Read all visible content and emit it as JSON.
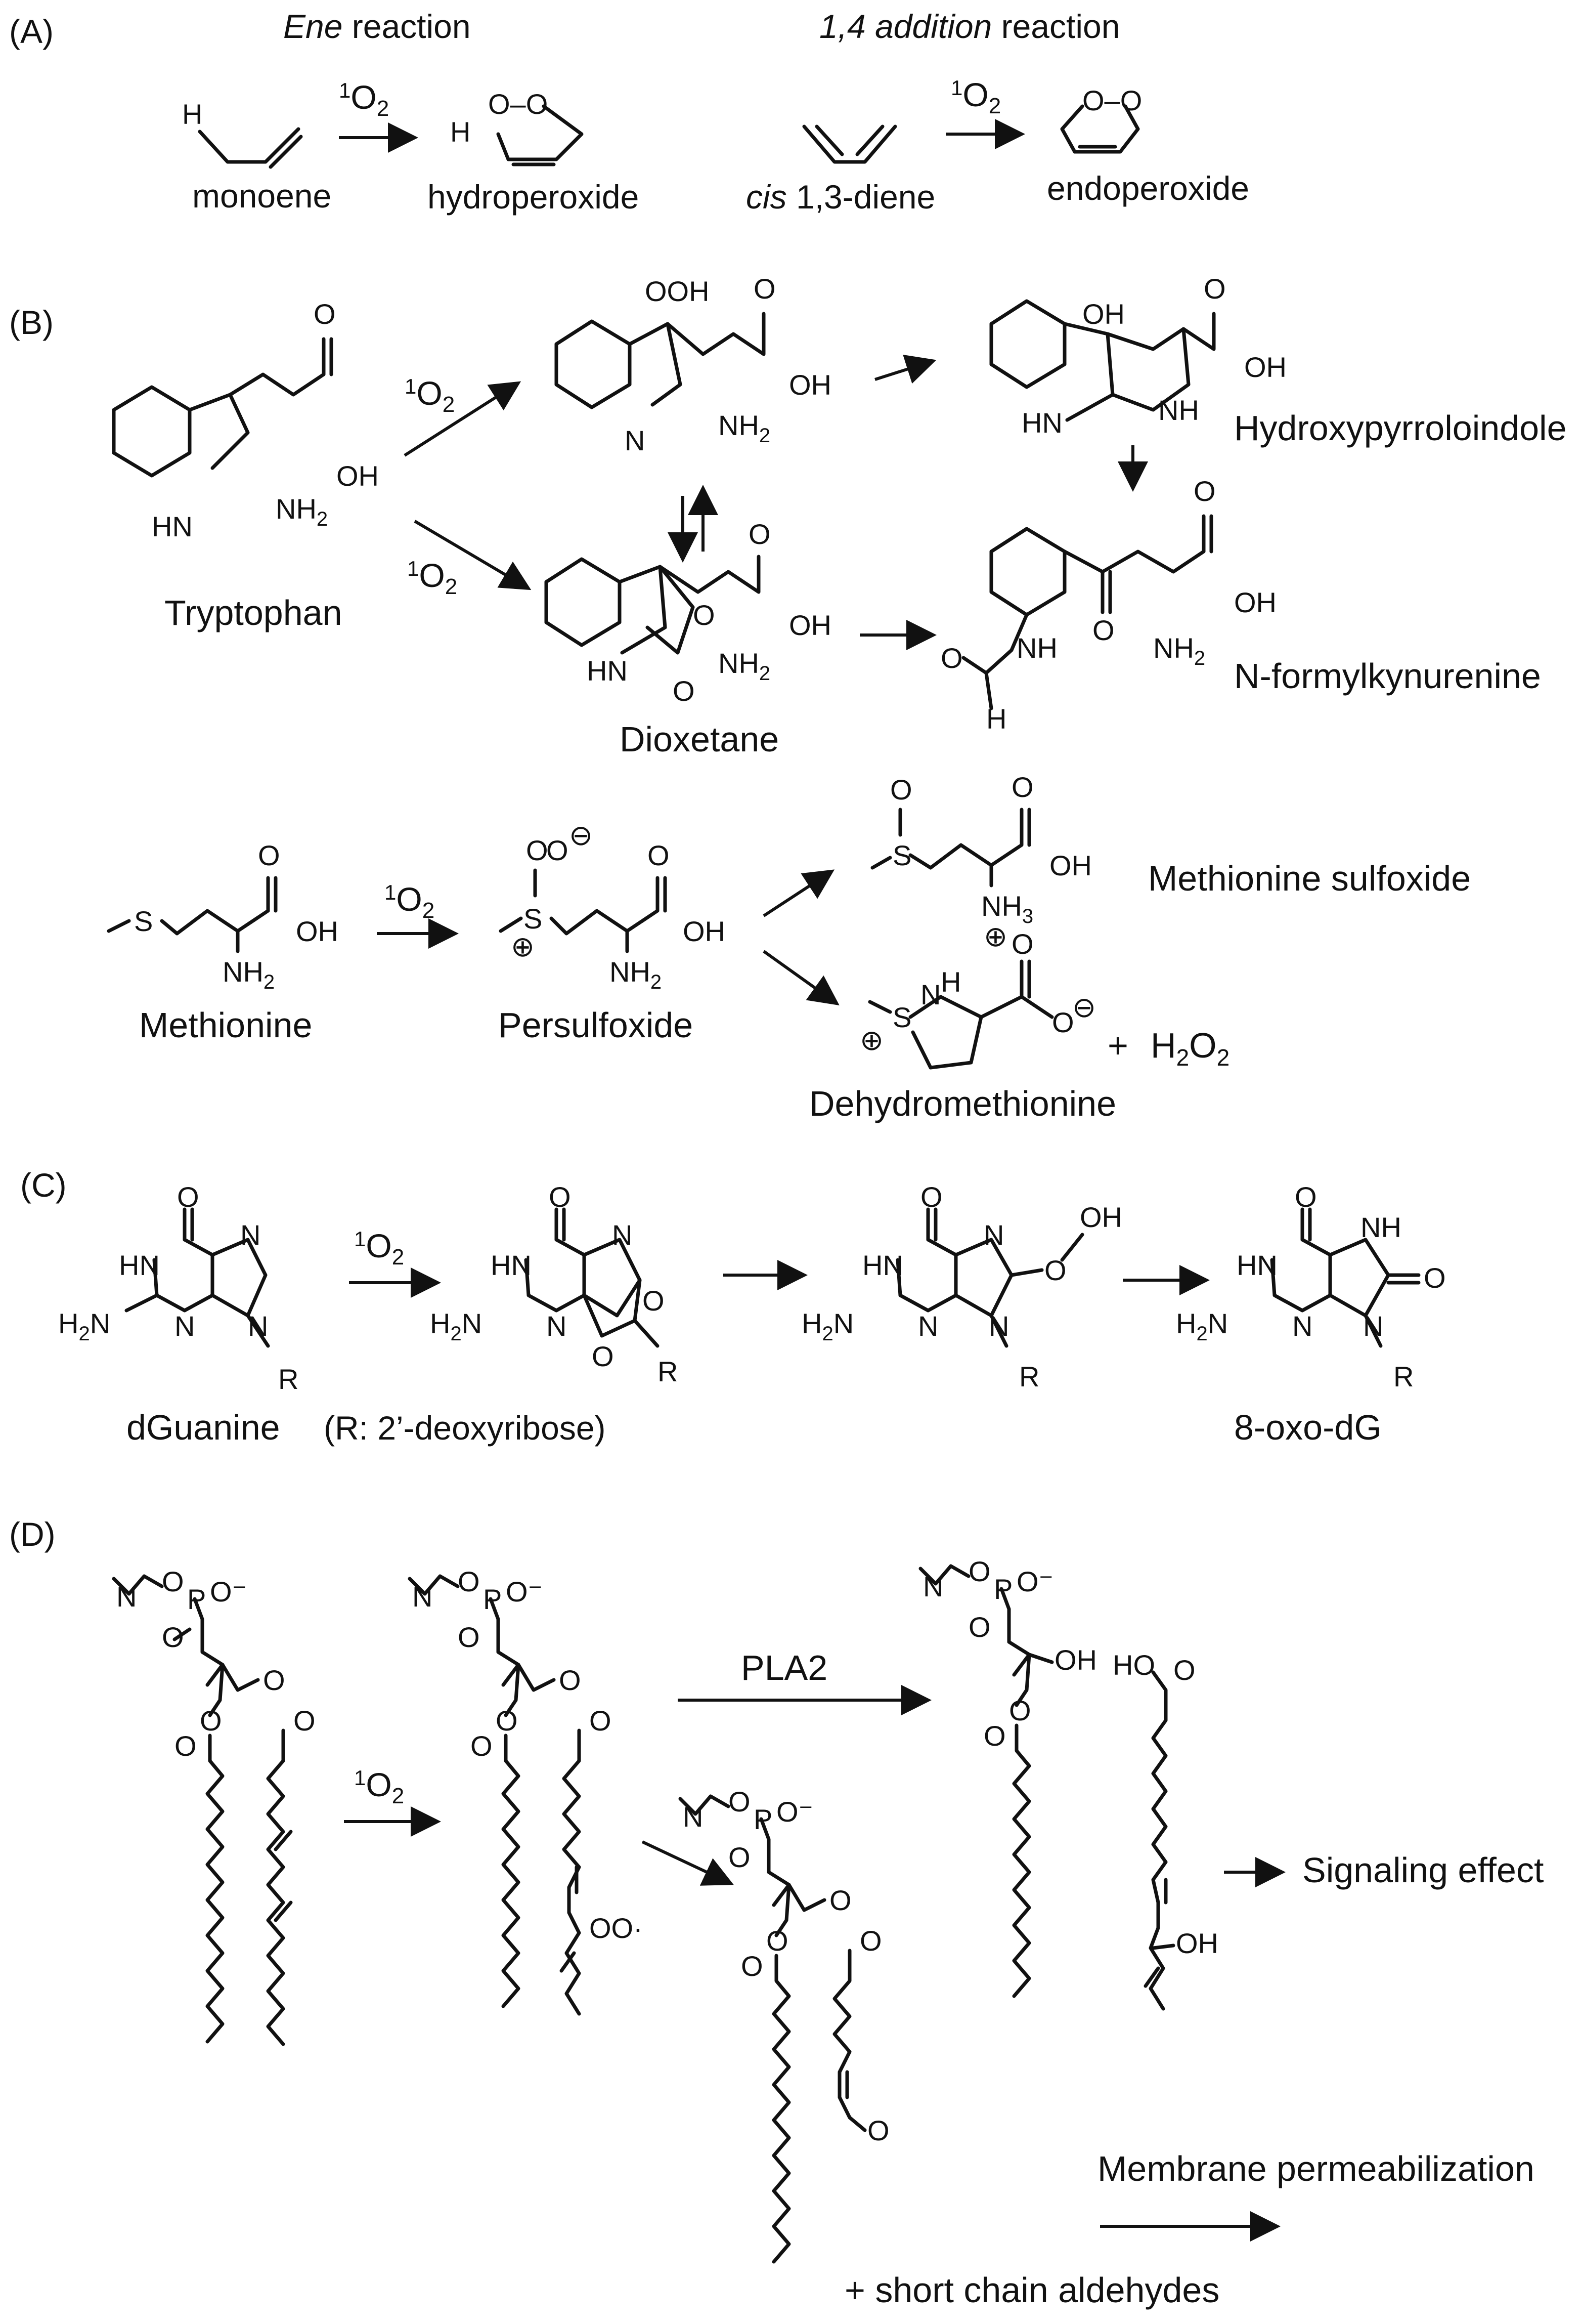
{
  "panels": {
    "a": "(A)",
    "b": "(B)",
    "c": "(C)",
    "d": "(D)"
  },
  "reagent": {
    "sup": "1",
    "main": "O",
    "sub": "2"
  },
  "section_a": {
    "ene_title": {
      "italic": "Ene",
      "rest": " reaction"
    },
    "add_title": {
      "italic": "1,4 addition",
      "rest": " reaction"
    },
    "monoene": "monoene",
    "hydroperoxide": "hydroperoxide",
    "diene": {
      "italic": "cis",
      "rest": " 1,3-diene"
    },
    "endoperoxide": "endoperoxide"
  },
  "section_b": {
    "tryptophan": "Tryptophan",
    "dioxetane": "Dioxetane",
    "hydroxypyrroloindole": "Hydroxypyrroloindole",
    "formylkynurenine": "N-formylkynurenine",
    "methionine": "Methionine",
    "persulfoxide": "Persulfoxide",
    "met_sulfoxide": "Methionine sulfoxide",
    "dehydromethionine": "Dehydromethionine",
    "plus": "+",
    "h2o2": {
      "main": "H",
      "sub": "2",
      "main2": "O",
      "sub2": "2"
    }
  },
  "section_c": {
    "dguanine": "dGuanine",
    "r_note": "(R: 2’-deoxyribose)",
    "oxo_dg": "8-oxo-dG"
  },
  "section_d": {
    "pla2": "PLA2",
    "signaling": "Signaling effect",
    "membrane": "Membrane permeabilization",
    "aldehydes": "+ short chain aldehydes"
  },
  "atoms": {
    "H": "H",
    "O": "O",
    "OO": "O–O",
    "OH": "OH",
    "OOH": "OOH",
    "NH2": "NH",
    "two": "2",
    "three": "3",
    "N": "N",
    "HN": "HN",
    "NH": "NH",
    "S": "S",
    "minus": "⊖",
    "plus": "⊕",
    "H2N": "H",
    "R": "R",
    "P": "P",
    "Ominus": "O⁻",
    "OOdot": "OO·",
    "HO": "HO",
    "NH3": "NH"
  }
}
